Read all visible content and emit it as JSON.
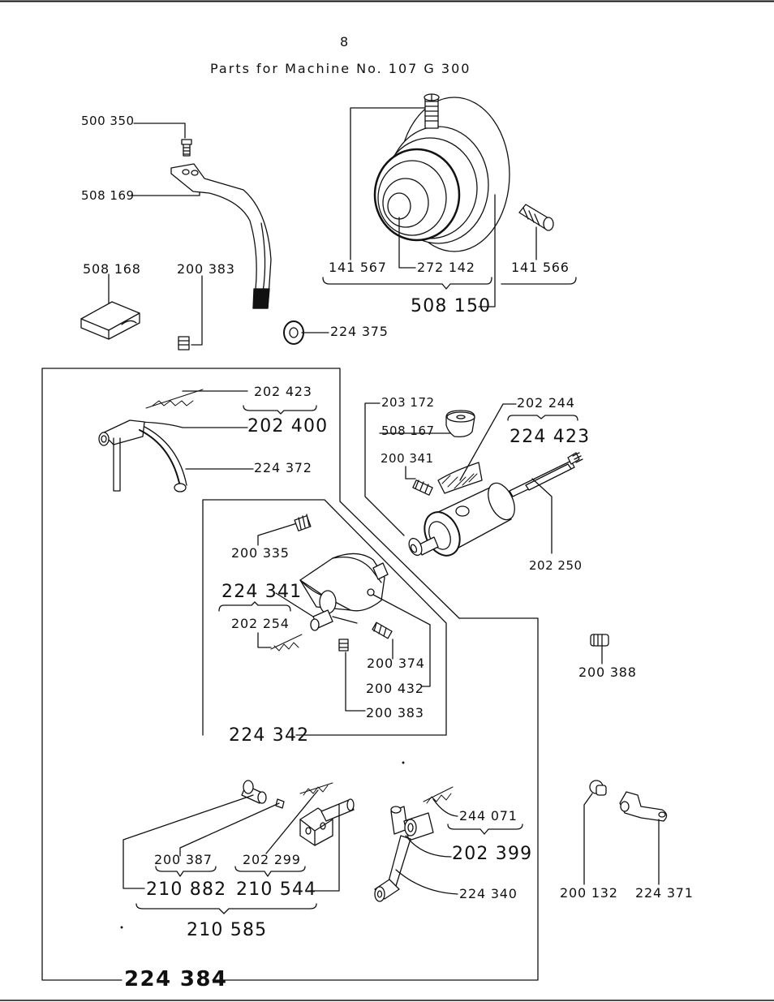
{
  "page_number": "8",
  "title": "Parts for Machine No. 107 G 300",
  "labels": {
    "p500350": "500 350",
    "p508169": "508 169",
    "p508168": "508 168",
    "p200383a": "200 383",
    "p141567": "141 567",
    "p272142": "272 142",
    "p141566": "141 566",
    "p508150": "508 150",
    "p224375": "224 375",
    "p202423": "202 423",
    "p202400": "202 400",
    "p224372": "224 372",
    "p203172": "203 172",
    "p202244": "202 244",
    "p508167": "508 167",
    "p224423": "224 423",
    "p200341": "200 341",
    "p202250": "202 250",
    "p200335": "200 335",
    "p224341": "224 341",
    "p202254": "202 254",
    "p200374": "200 374",
    "p200432": "200 432",
    "p200383b": "200 383",
    "p224342": "224 342",
    "p200388": "200 388",
    "p244071": "244 071",
    "p202399": "202 399",
    "p224340": "224 340",
    "p200387": "200 387",
    "p202299": "202 299",
    "p210882": "210 882",
    "p210544": "210 544",
    "p210585": "210 585",
    "p200132": "200 132",
    "p224371": "224 371",
    "p224384": "224 384"
  }
}
